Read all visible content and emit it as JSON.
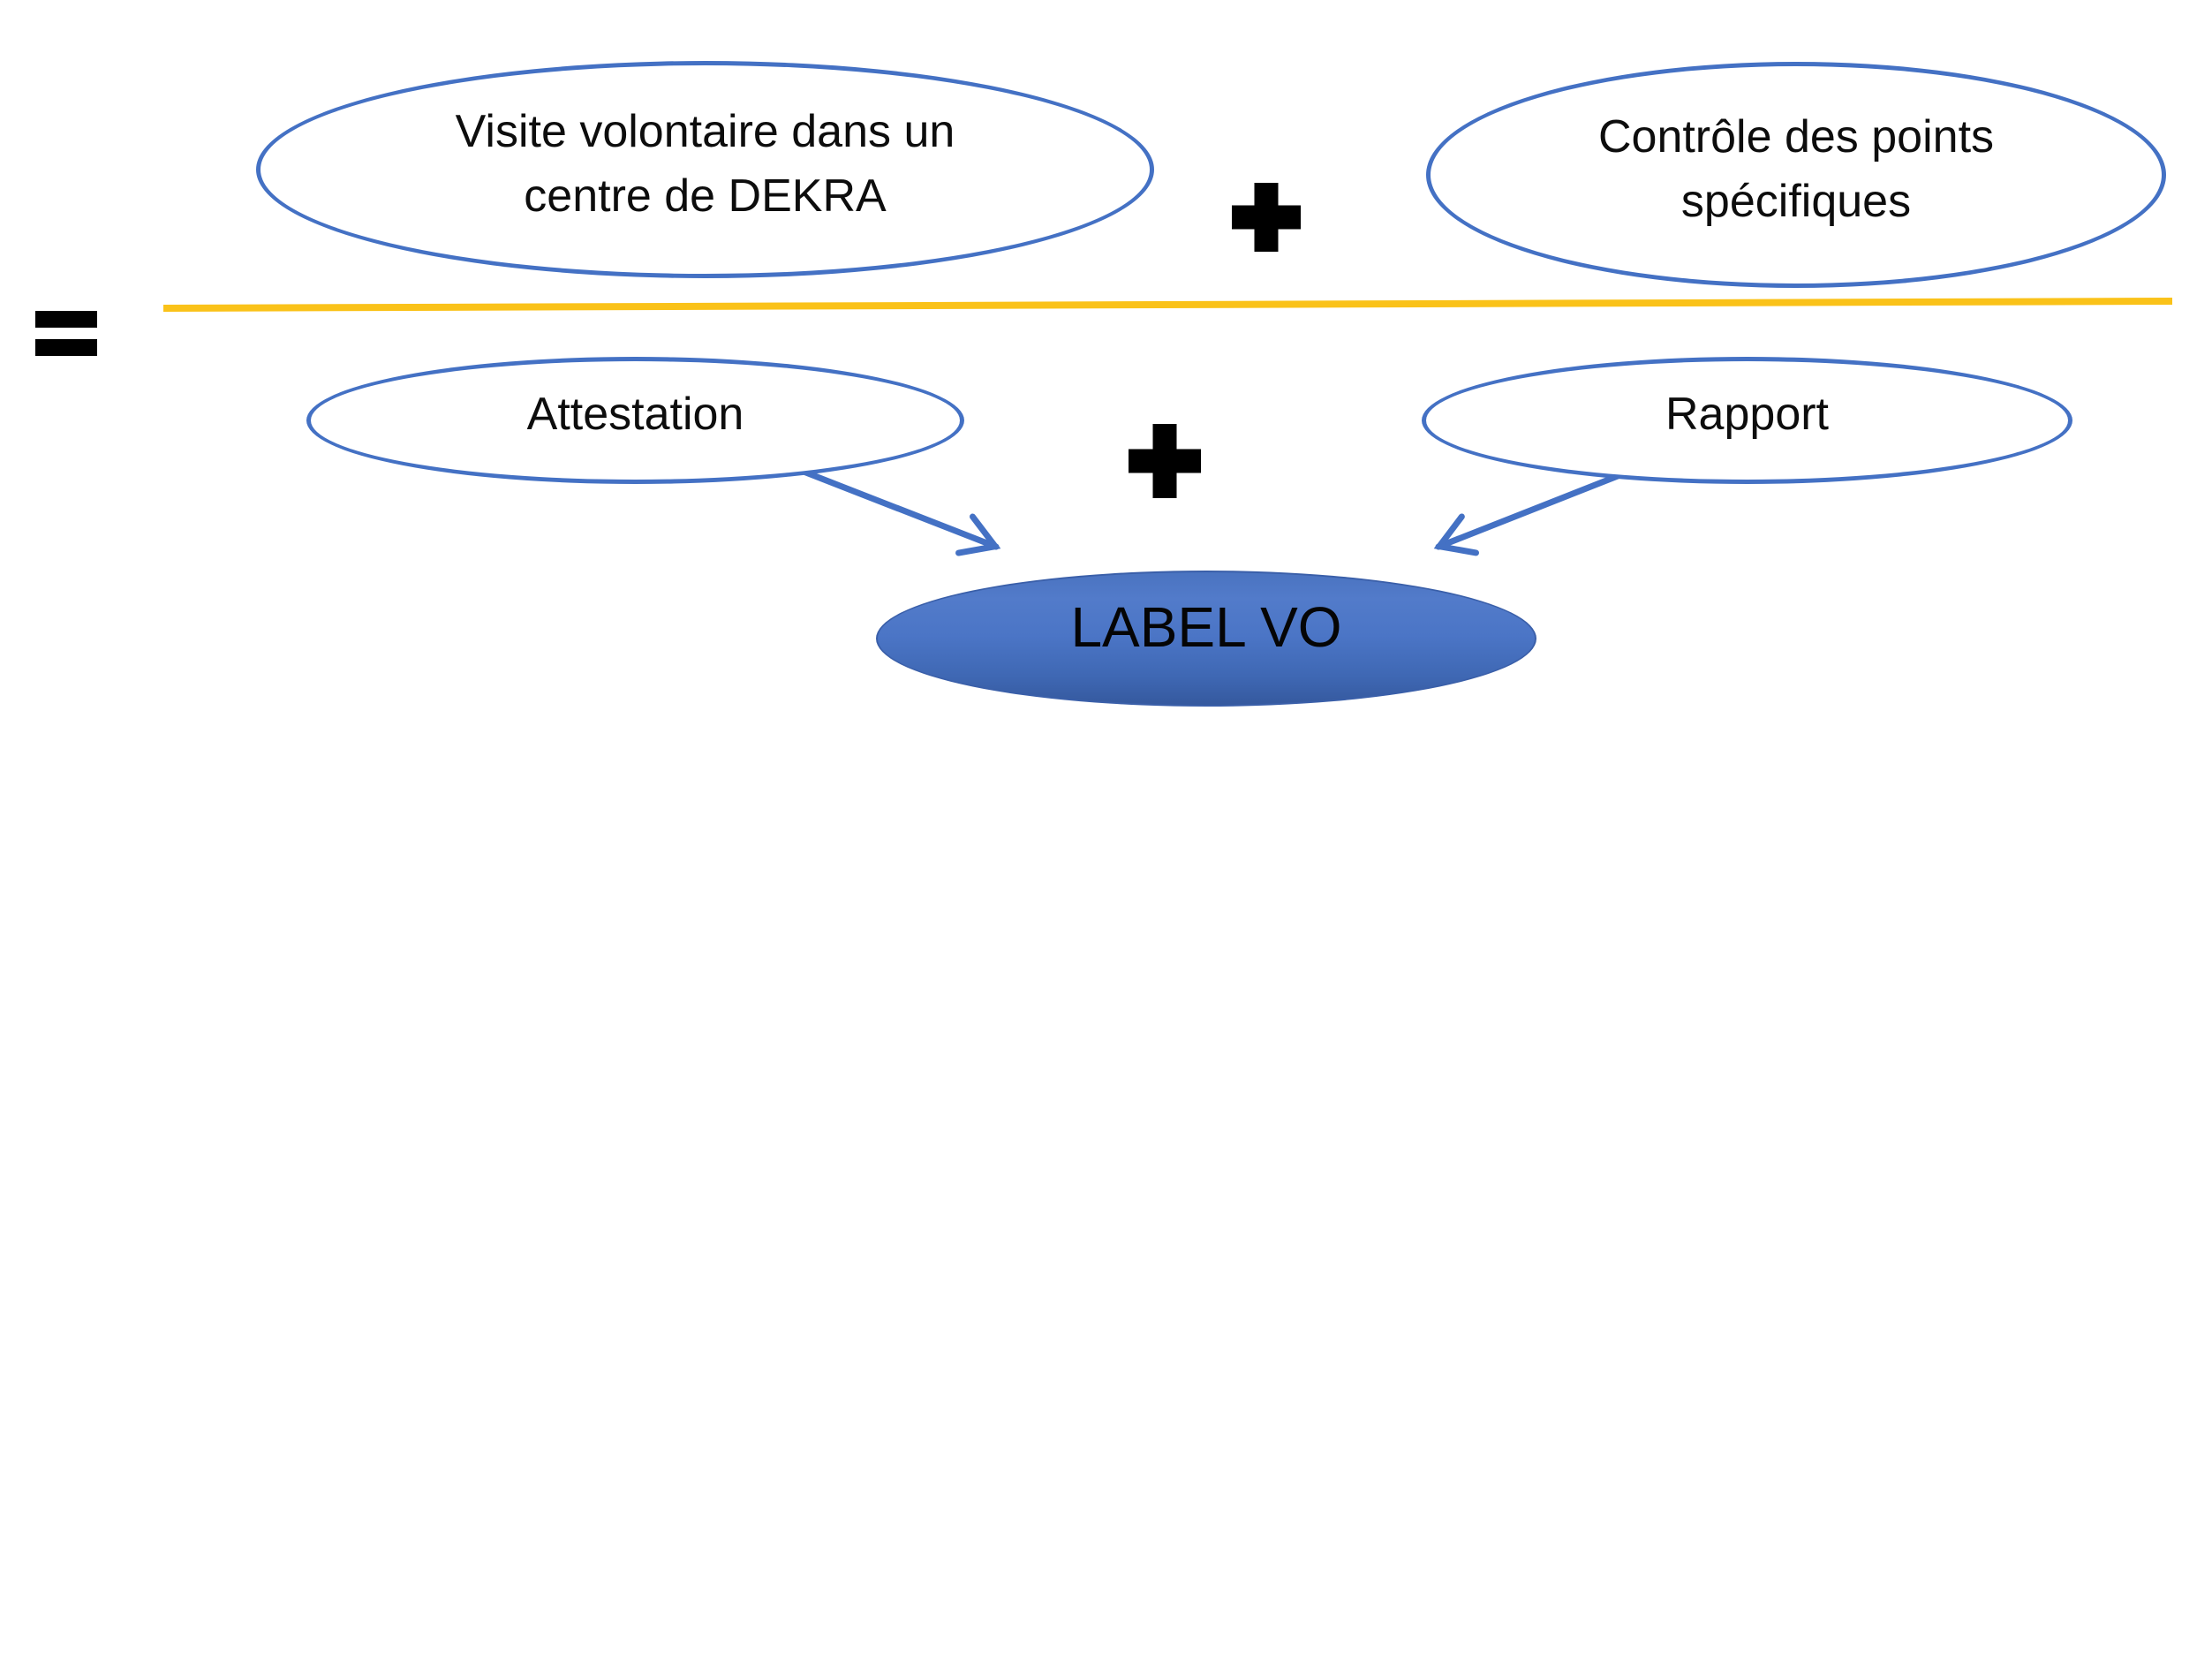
{
  "diagram": {
    "top_row": {
      "left_ellipse": {
        "line1": "Visite volontaire dans un",
        "line2": "centre de DEKRA"
      },
      "operator": "plus",
      "right_ellipse": {
        "line1": "Contrôle des points",
        "line2": "spécifiques"
      }
    },
    "left_operator": "equals",
    "bottom_row": {
      "left_ellipse": {
        "label": "Attestation"
      },
      "operator": "plus",
      "right_ellipse": {
        "label": "Rapport"
      }
    },
    "result_ellipse": {
      "label": "LABEL VO"
    },
    "icons": {
      "plus_top": "plus-icon",
      "plus_bottom": "plus-icon",
      "equals": "equals-icon"
    },
    "colors": {
      "ellipse_stroke": "#4471C4",
      "arrow": "#4471C4",
      "divider_line": "#FAC219",
      "result_fill_light": "#527BCA",
      "result_fill_dark": "#35599E",
      "symbol": "#000000",
      "text": "#0D0D0D",
      "background": "#FFFFFF"
    }
  }
}
